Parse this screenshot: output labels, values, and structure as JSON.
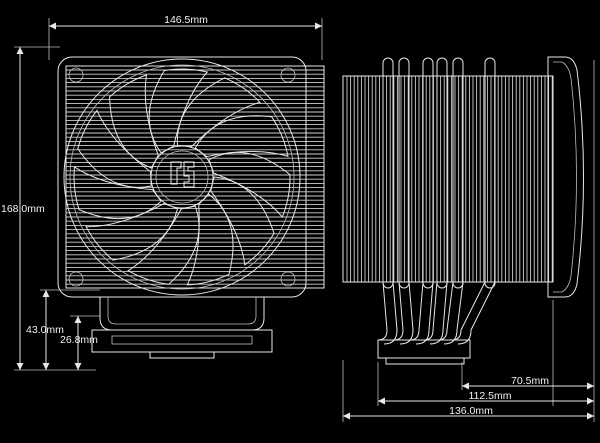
{
  "dimensions": {
    "width_front": "146.5mm",
    "height_total": "168.0mm",
    "height_43": "43.0mm",
    "height_26": "26.8mm",
    "depth_70": "70.5mm",
    "depth_112": "112.5mm",
    "depth_136": "136.0mm"
  },
  "colors": {
    "line": "#e8e8e8",
    "background": "#000000"
  },
  "icons": {
    "fan_hub_logo": "deepcool-logo-icon"
  }
}
